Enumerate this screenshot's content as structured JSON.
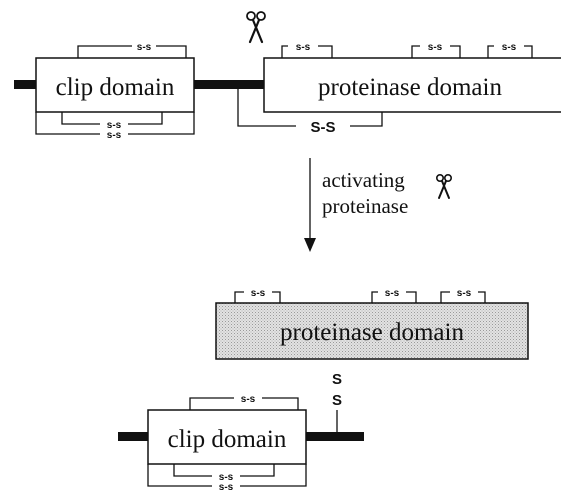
{
  "top": {
    "clip_domain_label": "clip domain",
    "proteinase_domain_label": "proteinase domain",
    "clip_bond_top": "s-s",
    "clip_bond_bottom_1": "s-s",
    "clip_bond_bottom_2": "s-s",
    "proteinase_bond_1": "s-s",
    "proteinase_bond_2": "s-s",
    "proteinase_bond_3": "s-s",
    "interdomain_bond": "S-S"
  },
  "middle": {
    "activation_line_1": "activating",
    "activation_line_2": "proteinase"
  },
  "bottom": {
    "proteinase_domain_label": "proteinase domain",
    "clip_domain_label": "clip domain",
    "proteinase_bond_1": "s-s",
    "proteinase_bond_2": "s-s",
    "proteinase_bond_3": "s-s",
    "clip_bond_top": "s-s",
    "clip_bond_bottom_1": "s-s",
    "clip_bond_bottom_2": "s-s",
    "link_s_1": "S",
    "link_s_2": "S"
  },
  "colors": {
    "stroke": "#111111",
    "active_fill": "#dcdcdc",
    "inactive_fill": "#ffffff"
  },
  "icons": [
    "scissors-icon",
    "scissors-icon",
    "arrow-down-icon"
  ]
}
